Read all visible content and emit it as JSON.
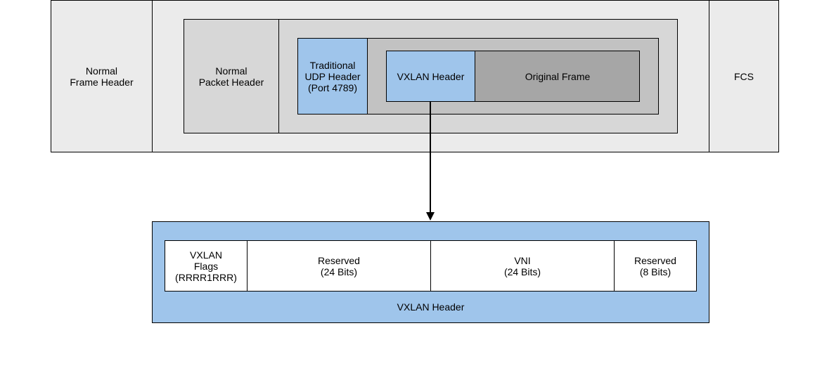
{
  "frame": {
    "frame_header": "Normal\nFrame Header",
    "fcs": "FCS",
    "packet_header": "Normal\nPacket Header",
    "udp_header": "Traditional\nUDP Header\n(Port 4789)",
    "vxlan_header": "VXLAN Header",
    "original_frame": "Original Frame"
  },
  "vxlan_detail": {
    "caption": "VXLAN Header",
    "fields": [
      {
        "label": "VXLAN\nFlags\n(RRRR1RRR)"
      },
      {
        "label": "Reserved\n(24 Bits)"
      },
      {
        "label": "VNI\n(24 Bits)"
      },
      {
        "label": "Reserved\n(8 Bits)"
      }
    ]
  },
  "colors": {
    "outer_fill": "#ebebeb",
    "packet_fill": "#d7d7d7",
    "udp_fill": "#c2c2c2",
    "blue_fill": "#9fc5eb",
    "original_frame_fill": "#a6a6a6",
    "field_fill": "#ffffff"
  }
}
